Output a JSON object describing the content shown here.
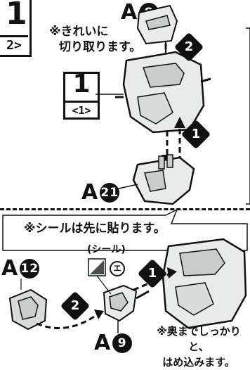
{
  "step": {
    "number": "1",
    "sub": "2>"
  },
  "top_section": {
    "part_top": {
      "letter": "A",
      "num": "8"
    },
    "note_line1": "※きれいに",
    "note_line2": "切り取ります。",
    "ref_box": {
      "number": "1",
      "sub": "<1>"
    },
    "badge_2": "2",
    "badge_1": "1",
    "part_bottom": {
      "letter": "A",
      "num": "21"
    }
  },
  "bottom_section": {
    "sticker_note": "※シールは先に貼ります。",
    "sticker_label": "(シール)",
    "sticker_code": "エ",
    "part_left": {
      "letter": "A",
      "num": "12"
    },
    "part_mid": {
      "letter": "A",
      "num": "9"
    },
    "badge_1": "1",
    "badge_2": "2",
    "insert_note_line1": "※奥までしっかりと、",
    "insert_note_line2": "はめ込みます。"
  },
  "colors": {
    "ink": "#111111",
    "part_fill": "#e9ebea",
    "part_shade": "#c9ccca"
  }
}
